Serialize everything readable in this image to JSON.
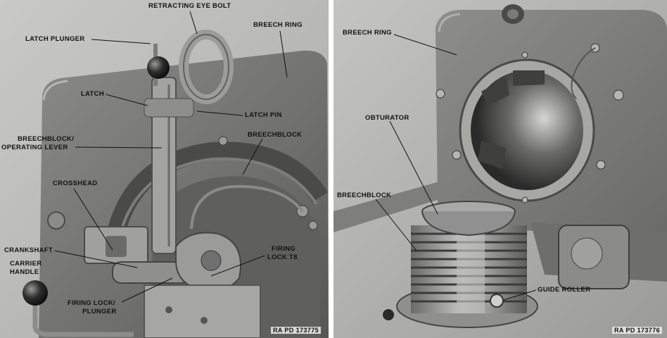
{
  "left_figure": {
    "labels": {
      "retracting_eye_bolt": "RETRACTING EYE BOLT",
      "latch_plunger": "LATCH PLUNGER",
      "breech_ring": "BREECH RING",
      "latch": "LATCH",
      "latch_pin": "LATCH PIN",
      "breechblock_operating_lever_1": "BREECHBLOCK/",
      "breechblock_operating_lever_2": "OPERATING LEVER",
      "breechblock": "BREECHBLOCK",
      "crosshead": "CROSSHEAD",
      "crankshaft": "CRANKSHAFT",
      "carrier_handle_1": "CARRIER",
      "carrier_handle_2": "HANDLE",
      "firing_lock_1": "FIRING",
      "firing_lock_2": "LOCK T8",
      "firing_lock_plunger_1": "FIRING LOCK/",
      "firing_lock_plunger_2": "PLUNGER"
    },
    "reference": "RA PD 173775"
  },
  "right_figure": {
    "labels": {
      "breech_ring": "BREECH RING",
      "obturator": "OBTURATOR",
      "breechblock": "BREECHBLOCK",
      "guide_roller": "GUIDE ROLLER"
    },
    "reference": "RA PD 173776"
  }
}
